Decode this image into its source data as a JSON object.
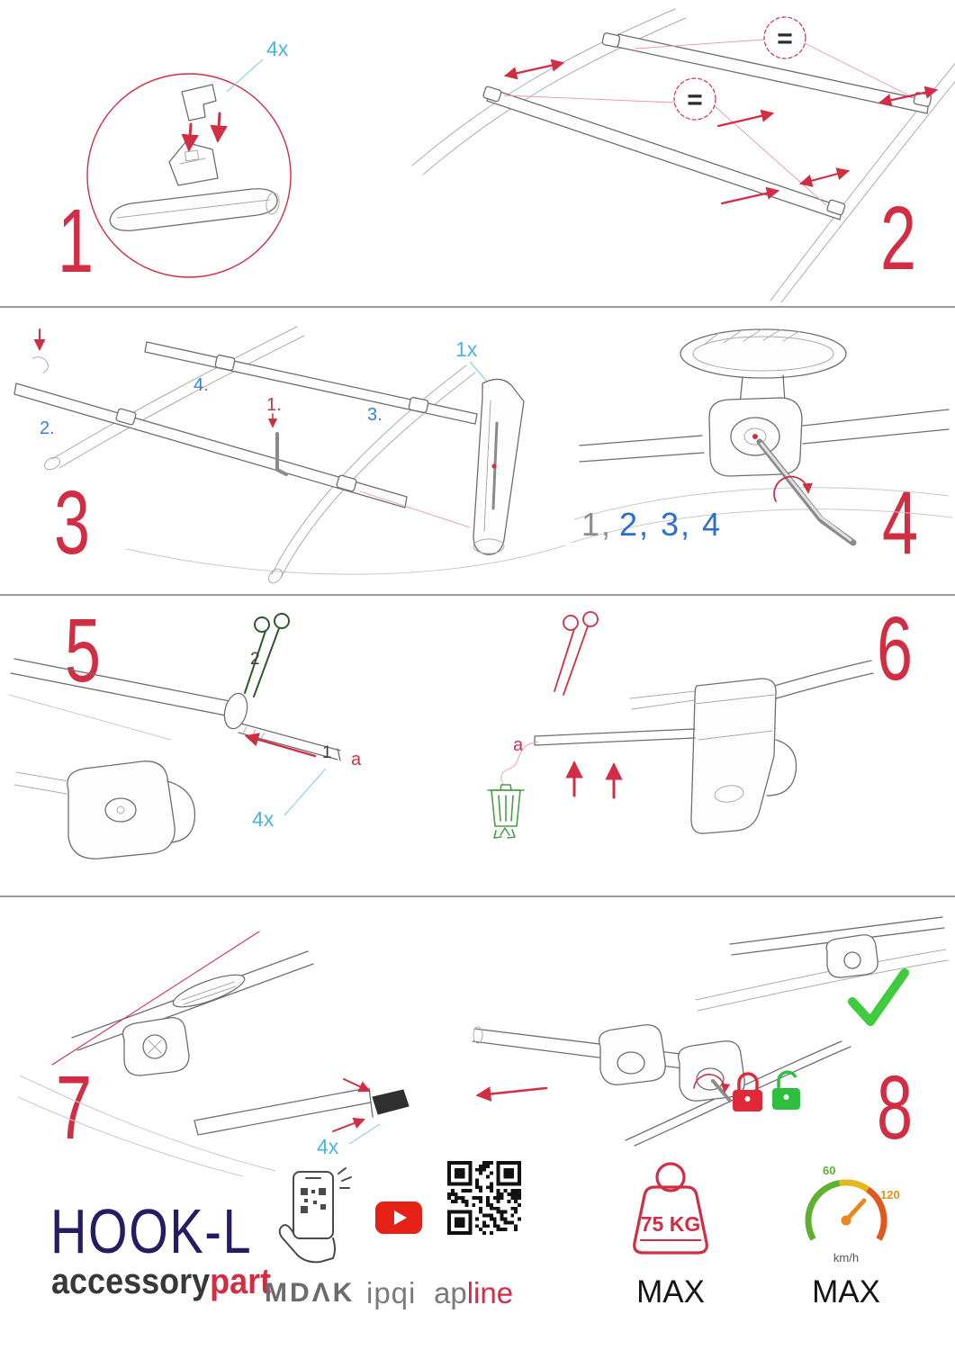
{
  "steps": {
    "s1": {
      "number": "1",
      "qty": "4x"
    },
    "s2": {
      "number": "2",
      "equal": "="
    },
    "s3": {
      "number": "3",
      "qty": "1x",
      "sub1": "1.",
      "sub2": "2.",
      "sub3": "3.",
      "sub4": "4."
    },
    "s4": {
      "number": "4",
      "seq_gray": "1,",
      "seq_blue": "2, 3, 4"
    },
    "s5": {
      "number": "5",
      "qty": "4x",
      "cut_label": "2",
      "insert_label": "1",
      "strip_label": "a"
    },
    "s6": {
      "number": "6",
      "strip_label": "a"
    },
    "s7": {
      "number": "7",
      "qty": "4x"
    },
    "s8": {
      "number": "8"
    }
  },
  "footer": {
    "product_name": "HOOK-L",
    "brand_gray": "accessory",
    "brand_red": "part",
    "logo_mdak": "MDΛK",
    "logo_ipqi": "ipqi",
    "logo_ap": "ap",
    "logo_line": "line",
    "weight_value": "75 KG",
    "weight_max": "MAX",
    "speed_low": "60",
    "speed_high": "120",
    "speed_unit": "km/h",
    "speed_max": "MAX"
  },
  "icons": {
    "scissors": "scissors-icon",
    "trash": "recycle-bin-icon",
    "check": "checkmark-icon",
    "lock_closed": "locked-padlock-icon",
    "lock_open": "unlocked-padlock-icon",
    "youtube": "play-button-icon",
    "qr": "qr-code",
    "phone_scan": "phone-with-qr-icon",
    "weight": "kettlebell-max-load-icon",
    "speedometer": "speed-gauge-icon"
  },
  "colors": {
    "accent_red": "#d22e43",
    "label_blue": "#4ab4e6",
    "sub_blue": "#3a7fd0",
    "navy": "#241d63",
    "green_check": "#3ecb3e",
    "youtube_red": "#e62117"
  }
}
